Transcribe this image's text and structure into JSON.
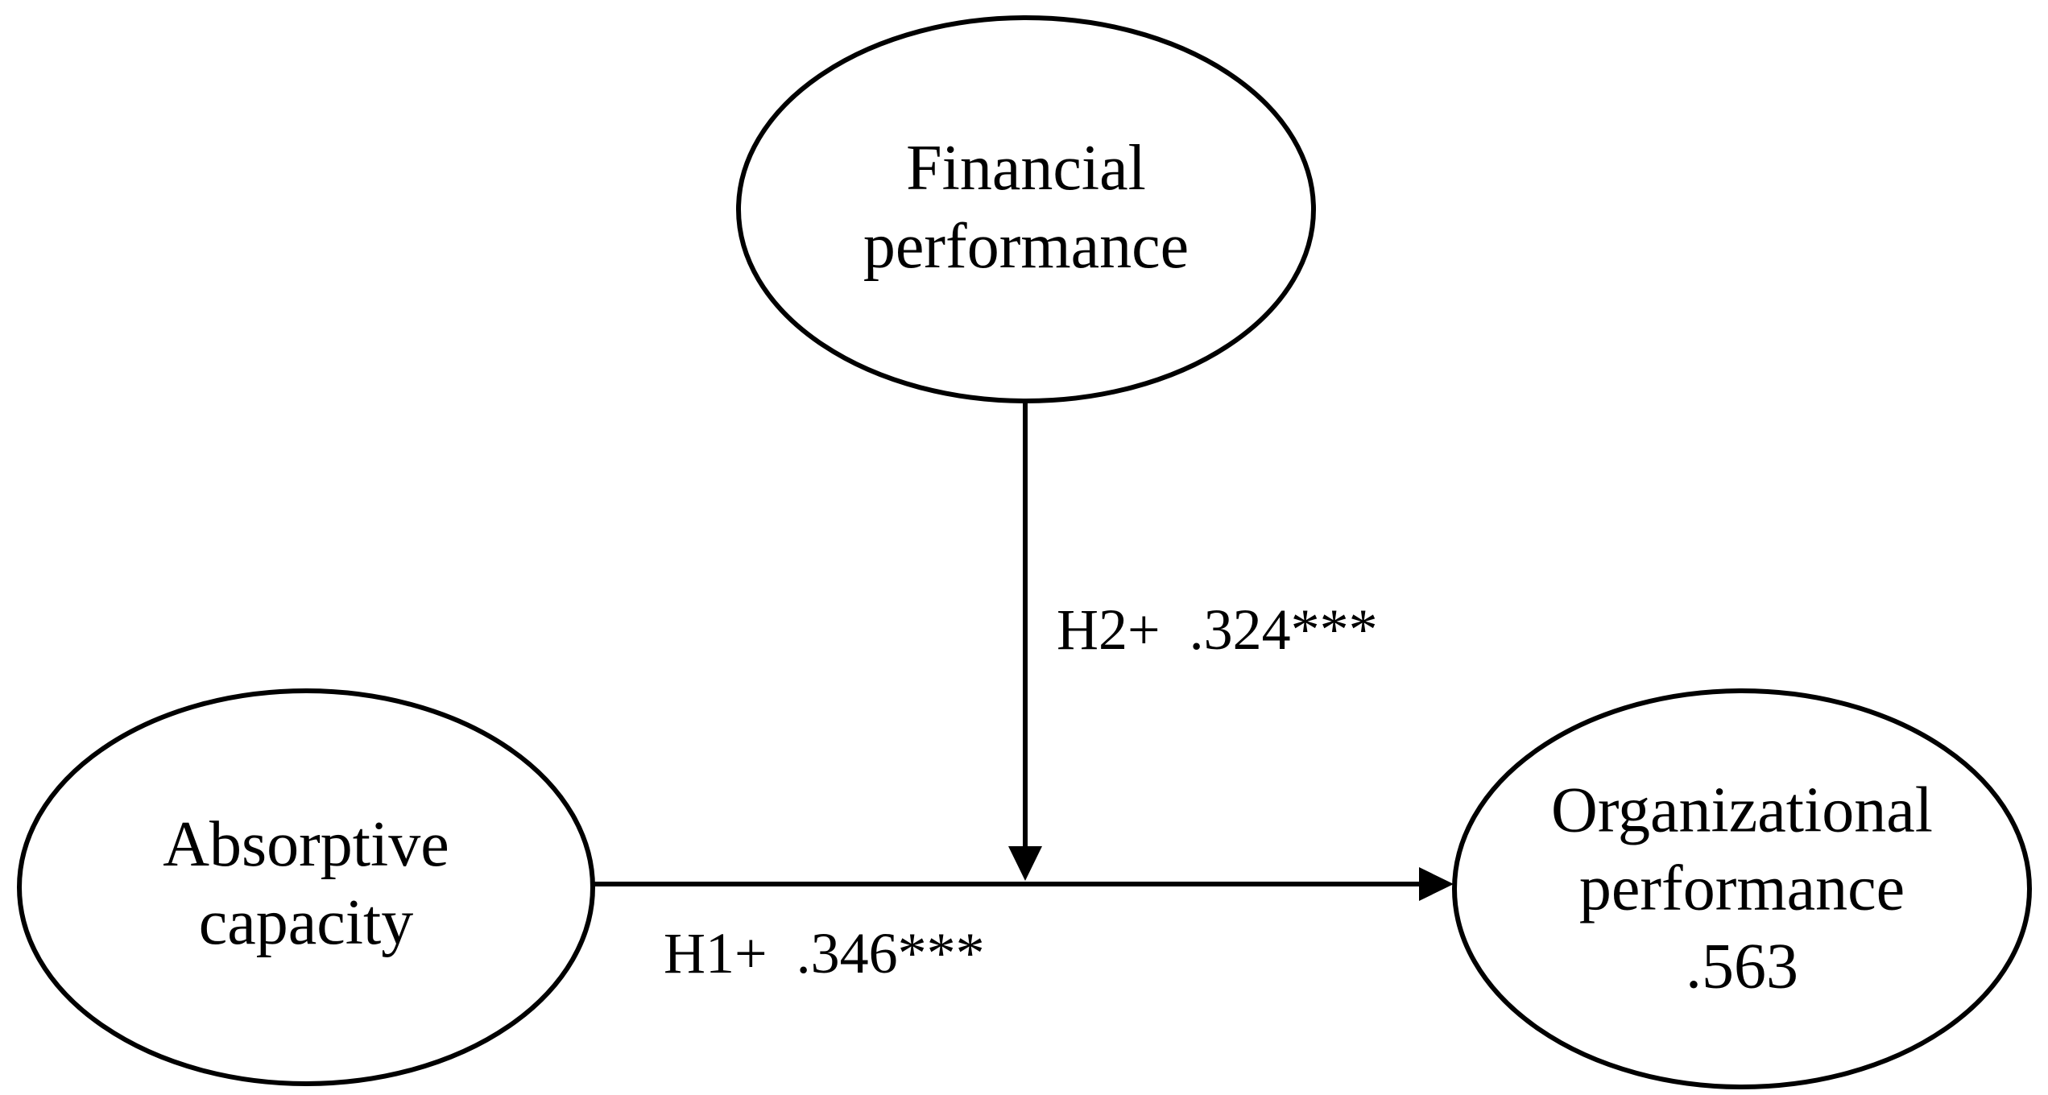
{
  "diagram": {
    "background_color": "#ffffff",
    "stroke_color": "#000000",
    "text_color": "#000000",
    "nodes": {
      "financial_performance": {
        "shape": "ellipse",
        "lines": [
          "Financial",
          "performance"
        ]
      },
      "absorptive_capacity": {
        "shape": "ellipse",
        "lines": [
          "Absorptive",
          "capacity"
        ]
      },
      "organizational_performance": {
        "shape": "ellipse",
        "lines": [
          "Organizational",
          "performance",
          ".563"
        ]
      }
    },
    "edges": {
      "h1": {
        "from": "absorptive_capacity",
        "to": "organizational_performance",
        "label": "H1+  .346***"
      },
      "h2": {
        "from": "financial_performance",
        "to": "h1_arrow_midpoint",
        "label": "H2+  .324***"
      }
    }
  }
}
